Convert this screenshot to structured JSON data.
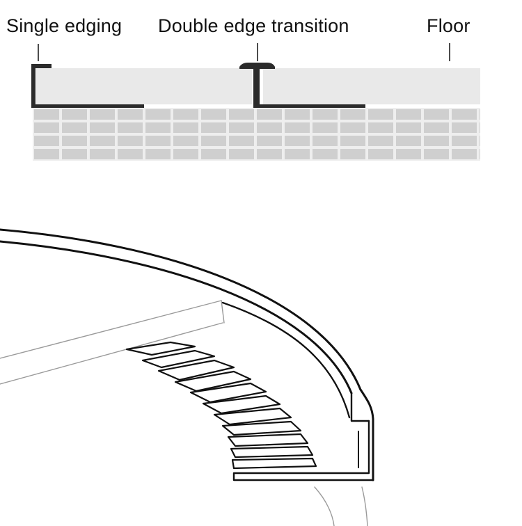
{
  "labels": {
    "single_edging": "Single edging",
    "double_edge_transition": "Double edge transition",
    "floor": "Floor"
  },
  "colors": {
    "trim_profile": "#2b2b2b",
    "floor_board": "#e9e9e9",
    "tile_fill": "#cfcfcf",
    "tile_grout": "#eeeeee",
    "line": "#111111"
  }
}
